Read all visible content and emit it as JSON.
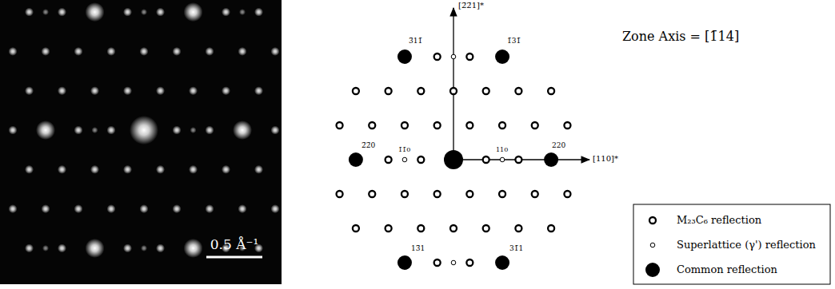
{
  "diagram": {
    "labels": [
      "0.5 Å⁻¹",
      "[2̄2̄1]*",
      "3̄11̄",
      "1̄31̄",
      "2̄2̄0",
      "1̄1̄0",
      "110",
      "220",
      "[110]*",
      "13̄1",
      "31̄1",
      "Zone Axis = [1̄14]"
    ],
    "legend": [
      {
        "text": "M₂₃C₆ reflection"
      },
      {
        "text": "Superlattice (γ') reflection"
      },
      {
        "text": "Common reflection"
      }
    ]
  }
}
